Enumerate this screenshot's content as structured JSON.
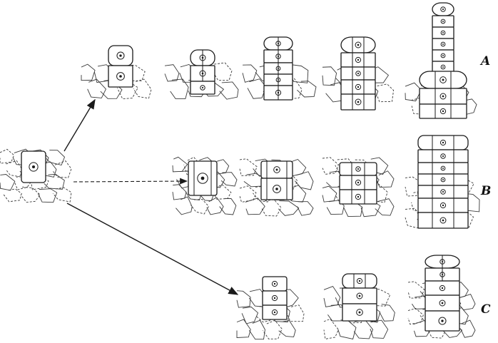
{
  "figure": {
    "row_labels": [
      "A",
      "B",
      "C"
    ]
  },
  "colors": {
    "ink": "#1a1a1a",
    "tissue": "#3a3a3a"
  }
}
